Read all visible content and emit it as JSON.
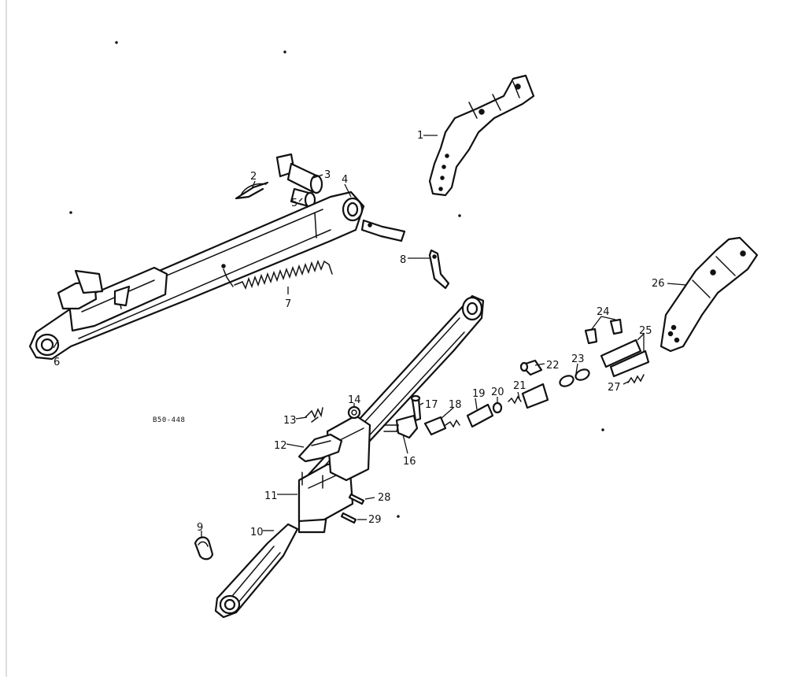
{
  "drawing_code": "B50-448",
  "callouts": [
    {
      "id": "1",
      "text": "1"
    },
    {
      "id": "2",
      "text": "2"
    },
    {
      "id": "3",
      "text": "3"
    },
    {
      "id": "4",
      "text": "4"
    },
    {
      "id": "5",
      "text": "5"
    },
    {
      "id": "6",
      "text": "6"
    },
    {
      "id": "7",
      "text": "7"
    },
    {
      "id": "8",
      "text": "8"
    },
    {
      "id": "9",
      "text": "9"
    },
    {
      "id": "10",
      "text": "10"
    },
    {
      "id": "11",
      "text": "11"
    },
    {
      "id": "12",
      "text": "12"
    },
    {
      "id": "13",
      "text": "13"
    },
    {
      "id": "14",
      "text": "14"
    },
    {
      "id": "16",
      "text": "16"
    },
    {
      "id": "17",
      "text": "17"
    },
    {
      "id": "18",
      "text": "18"
    },
    {
      "id": "19",
      "text": "19"
    },
    {
      "id": "20",
      "text": "20"
    },
    {
      "id": "21",
      "text": "21"
    },
    {
      "id": "22",
      "text": "22"
    },
    {
      "id": "23",
      "text": "23"
    },
    {
      "id": "24",
      "text": "24"
    },
    {
      "id": "25",
      "text": "25"
    },
    {
      "id": "26",
      "text": "26"
    },
    {
      "id": "27",
      "text": "27"
    },
    {
      "id": "28",
      "text": "28"
    },
    {
      "id": "29",
      "text": "29"
    }
  ]
}
